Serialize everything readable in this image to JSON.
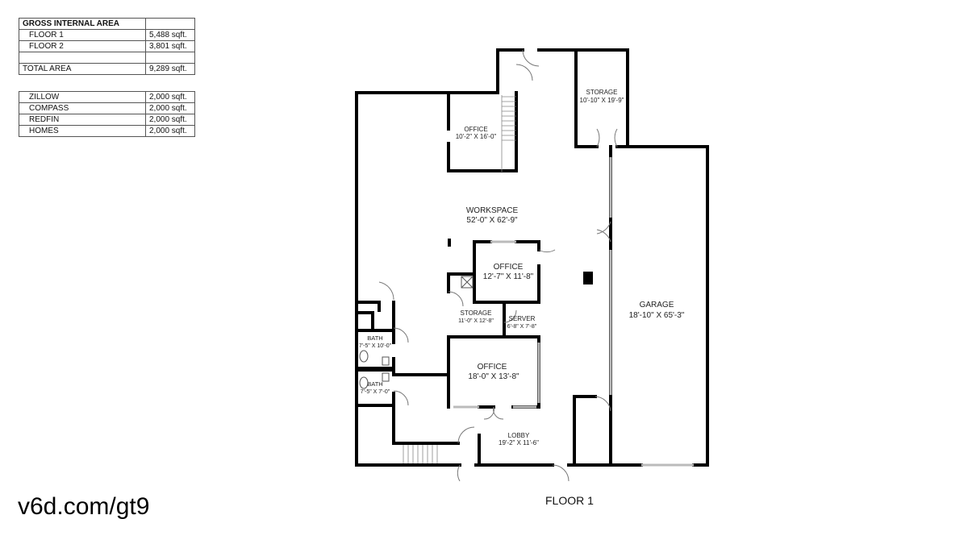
{
  "area_table": {
    "title": "GROSS INTERNAL AREA",
    "rows": [
      {
        "label": "FLOOR 1",
        "value": "5,488 sqft."
      },
      {
        "label": "FLOOR 2",
        "value": "3,801 sqft."
      },
      {
        "label": "",
        "value": ""
      }
    ],
    "total": {
      "label": "TOTAL AREA",
      "value": "9,289 sqft."
    }
  },
  "listing_table": [
    {
      "label": "ZILLOW",
      "value": "2,000 sqft."
    },
    {
      "label": "COMPASS",
      "value": "2,000 sqft."
    },
    {
      "label": "REDFIN",
      "value": "2,000 sqft."
    },
    {
      "label": "HOMES",
      "value": "2,000 sqft."
    }
  ],
  "rooms": {
    "office_top": {
      "name": "OFFICE",
      "dims": "10'-2\" X 16'-0\""
    },
    "storage_top": {
      "name": "STORAGE",
      "dims": "10'-10\" X 19'-9\""
    },
    "workspace": {
      "name": "WORKSPACE",
      "dims": "52'-0\" X 62'-9\""
    },
    "office_mid": {
      "name": "OFFICE",
      "dims": "12'-7\" X 11'-8\""
    },
    "storage_mid": {
      "name": "STORAGE",
      "dims": "11'-0\" X 12'-8\""
    },
    "server": {
      "name": "SERVER",
      "dims": "6'-8\" X 7'-8\""
    },
    "bath1": {
      "name": "BATH",
      "dims": "7'-5\" X 10'-0\""
    },
    "bath2": {
      "name": "BATH",
      "dims": "7'-5\" X 7'-0\""
    },
    "office_low": {
      "name": "OFFICE",
      "dims": "18'-0\" X 13'-8\""
    },
    "lobby": {
      "name": "LOBBY",
      "dims": "19'-2\" X 11'-6\""
    },
    "garage": {
      "name": "GARAGE",
      "dims": "18'-10\" X 65'-3\""
    }
  },
  "floor_label": "FLOOR 1",
  "link": "v6d.com/gt9"
}
